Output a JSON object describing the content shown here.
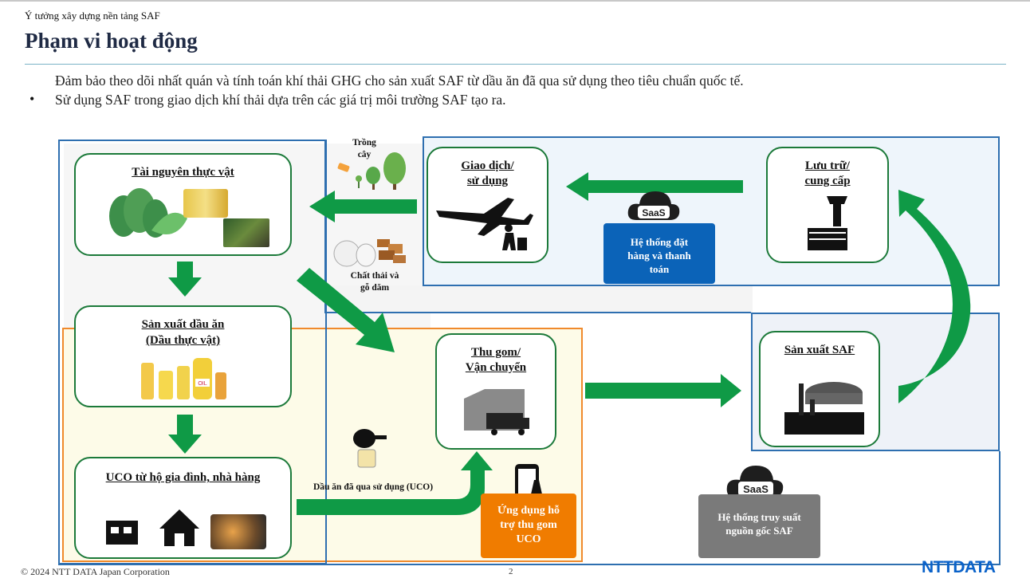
{
  "header": {
    "subtitle": "Ý tưởng xây dựng nền tảng SAF",
    "title": "Phạm vi hoạt động"
  },
  "bullets": [
    "Đảm bảo theo dõi nhất quán và tính toán khí thải GHG cho sản xuất SAF từ dầu ăn đã qua sử dụng theo tiêu chuẩn quốc tế.",
    "Sử dụng SAF trong giao dịch khí thải dựa trên các giá trị môi trường SAF tạo ra."
  ],
  "bullet_marker": "•",
  "boxes": {
    "plant": "Tài nguyên thực vật",
    "oil_line1": "Sản xuất dầu ăn",
    "oil_line2": "(Dầu thực vật)",
    "uco": "UCO từ hộ gia đình, nhà hàng",
    "collect_line1": "Thu gom/",
    "collect_line2": "Vận chuyển",
    "trade_line1": "Giao dịch/",
    "trade_line2": "sử dụng",
    "storage_line1": "Lưu trữ/",
    "storage_line2": "cung cấp",
    "saf": "Sản xuất SAF"
  },
  "labels": {
    "planting_line1": "Trồng",
    "planting_line2": "cây",
    "waste_line1": "Chất thải và",
    "waste_line2": "gỗ dăm",
    "uco_flow": "Dầu ăn đã qua sử dụng (UCO)",
    "oil_bottle": "OIL"
  },
  "saas": {
    "badge": "SaaS",
    "order_line1": "Hệ thống đặt",
    "order_line2": "hàng và thanh",
    "order_line3": "toán",
    "trace_line1": "Hệ thống truy suất",
    "trace_line2": "nguồn gốc SAF",
    "app_line1": "Ứng dụng hỗ",
    "app_line2": "trợ thu gom",
    "app_line3": "UCO"
  },
  "footer": {
    "copyright": "© 2024 NTT DATA Japan Corporation",
    "page": "2",
    "logo": "NTTDATA"
  },
  "colors": {
    "green_arrow": "#0f9a46",
    "box_border": "#1c7a3a",
    "blue_region": "#2e6fb0",
    "orange_region": "#f08a2c",
    "saas_blue": "#0b63b8",
    "saas_gray": "#7a7a7a",
    "app_orange": "#f07c00",
    "title": "#1f2a44",
    "ntt_blue": "#0a62c9"
  }
}
